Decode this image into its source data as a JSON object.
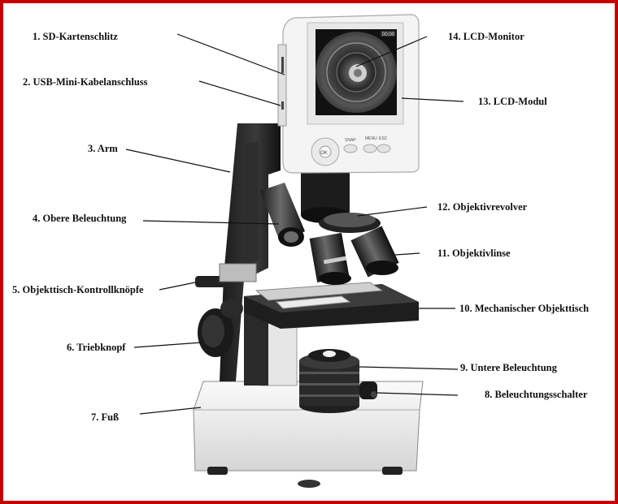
{
  "diagram": {
    "labels": [
      {
        "id": "sd-card-slot",
        "text": "1.  SD-Kartenschlitz"
      },
      {
        "id": "usb-mini-port",
        "text": "2.  USB-Mini-Kabelanschluss"
      },
      {
        "id": "arm",
        "text": "3. Arm"
      },
      {
        "id": "upper-illumination",
        "text": "4. Obere Beleuchtung"
      },
      {
        "id": "stage-control-knobs",
        "text": "5. Objekttisch-Kontrollknöpfe"
      },
      {
        "id": "focus-knob",
        "text": "6. Triebknopf"
      },
      {
        "id": "base",
        "text": "7. Fuß"
      },
      {
        "id": "illumination-switch",
        "text": "8. Beleuchtungsschalter"
      },
      {
        "id": "lower-illumination",
        "text": "9. Untere Beleuchtung"
      },
      {
        "id": "mechanical-stage",
        "text": "10. Mechanischer Objekttisch"
      },
      {
        "id": "objective-lens",
        "text": "11.  Objektivlinse"
      },
      {
        "id": "nosepiece",
        "text": "12.  Objektivrevolver"
      },
      {
        "id": "lcd-module",
        "text": "13.  LCD-Modul"
      },
      {
        "id": "lcd-monitor",
        "text": "14.  LCD-Monitor"
      }
    ],
    "screen_text": {
      "time": "00:00",
      "buttons": [
        "SNAP",
        "MENU",
        "ESC"
      ],
      "ok": "OK"
    }
  }
}
